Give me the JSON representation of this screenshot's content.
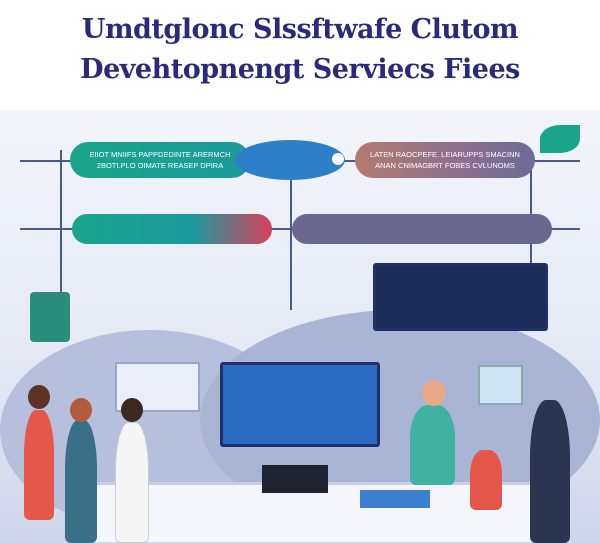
{
  "title": {
    "line1": "Umdtglonc Slssftwafe Clutom",
    "line2": "Devehtopnengt Serviecs Fiees"
  },
  "banner_left": {
    "line1": "EIIOT MNIIFS PAPPDEDINTE ARERMCH",
    "line2": "2BOTLPLO OIMATE REASEP DPIRA"
  },
  "banner_right": {
    "line1": "LATEN RAOCPEFE. LEIARUPPS SMACINN",
    "line2": "ANAN CNIMAGBRT FOBES CVLUNOMS"
  },
  "colors": {
    "navy": "#2b2a7a",
    "teal": "#1aa58a",
    "mauve": "#8c6f8f",
    "blue": "#1d3f8a"
  }
}
